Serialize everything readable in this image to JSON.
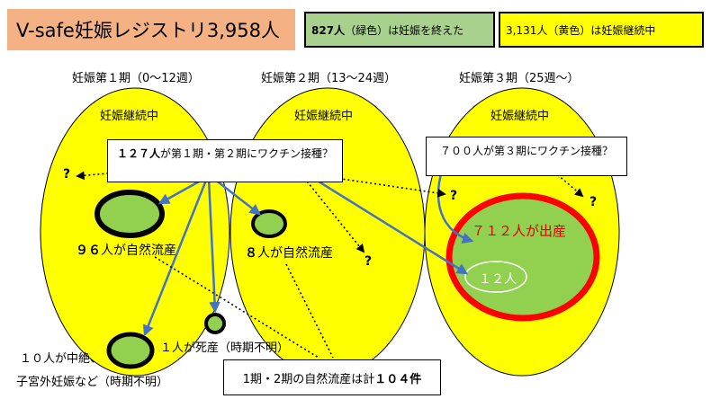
{
  "title": "V-safe妊娠レジストリ3,958人",
  "legend": {
    "green": {
      "count": "827人",
      "text": "（緑色）は妊娠を終えた",
      "color": "#a9d18e"
    },
    "yellow": {
      "count": "3,131人",
      "text": "（黄色）は妊娠継続中",
      "color": "#ffff00"
    }
  },
  "trimesters": [
    {
      "header": "妊娠第１期（0〜12週）",
      "label": "妊娠継続中"
    },
    {
      "header": "妊娠第２期（13〜24週）",
      "label": "妊娠継続中"
    },
    {
      "header": "妊娠第３期（25週〜）",
      "label": "妊娠継続中"
    }
  ],
  "callouts": {
    "vaccine_1_2": {
      "bold": "１２７人",
      "text": "が第１期・第２期にワクチン接種？"
    },
    "vaccine_3": {
      "text": "７００人が第３期にワクチン接種？"
    },
    "total_miscarriage": {
      "prefix": "1期・2期の自然流産は計",
      "bold": "１０４件"
    }
  },
  "outcomes": {
    "miscarriage_t1": {
      "bold": "９６",
      "text": "人が自然流産"
    },
    "miscarriage_t2": {
      "bold": "８",
      "text": "人が自然流産"
    },
    "stillbirth": "１人が死産（時期不明）",
    "abortion_line1": "１０人が中絶、",
    "abortion_line2": "子宮外妊娠など（時期不明）",
    "births": "７１２人が出産",
    "twelve": "１２人"
  },
  "unknown_mark": "?",
  "colors": {
    "accent_red": "#ff0000",
    "arrow_blue": "#4472c4",
    "ellipse_yellow": "#ffff00",
    "outcome_green": "#92d050"
  }
}
